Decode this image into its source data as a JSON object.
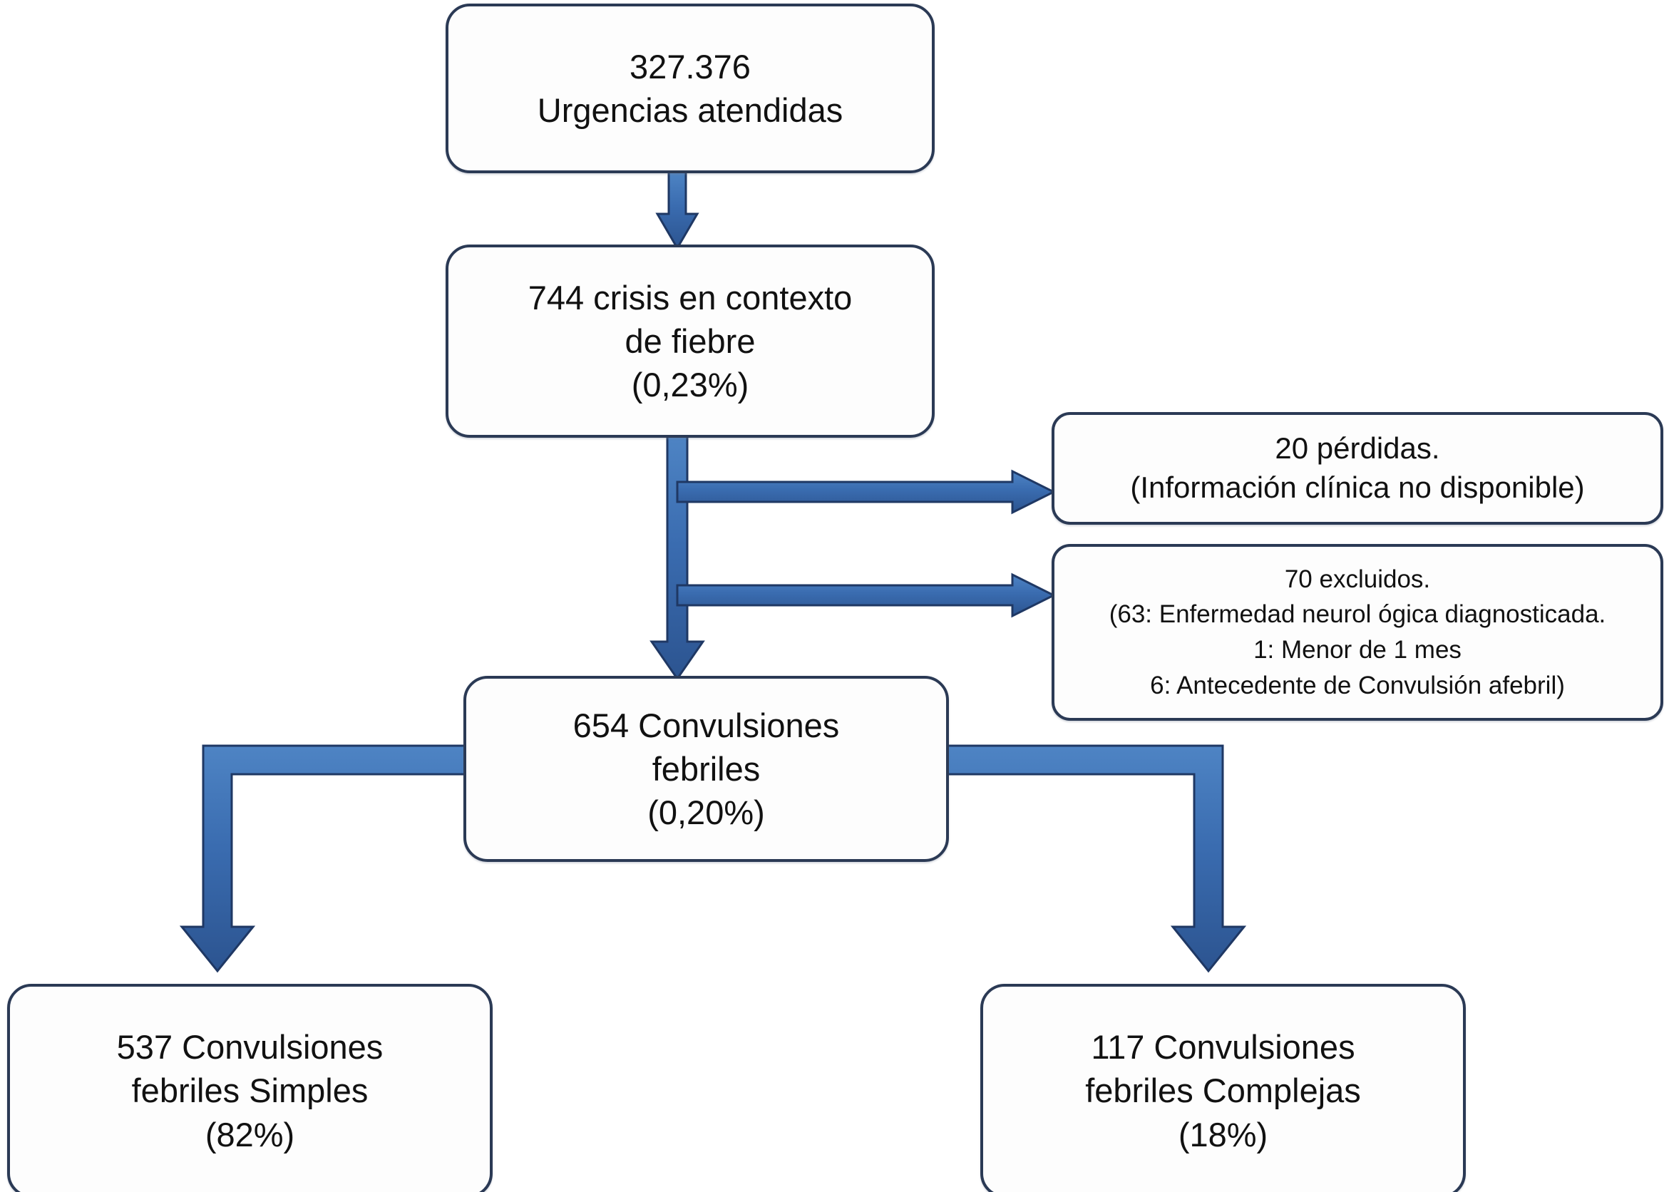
{
  "diagram": {
    "type": "flowchart",
    "title": "Diagrama de flujo de selección de pacientes con convulsiones febriles",
    "language": "es",
    "colors": {
      "box_border": "#2b3a55",
      "box_fill": "#fdfdfd",
      "arrow_fill": "#3a6cb0",
      "arrow_stroke": "#1f3864",
      "text": "#111111"
    }
  },
  "nodes": {
    "urgencias": {
      "id": "urgencias",
      "count": "327.376",
      "label": "Urgencias atendidas",
      "text": "327.376\nUrgencias atendidas"
    },
    "crisis_fiebre": {
      "id": "crisis_fiebre",
      "count": "744",
      "label": "crisis en contexto de fiebre",
      "percent": "(0,23%)",
      "text": "744 crisis en contexto\nde fiebre\n(0,23%)"
    },
    "perdidas": {
      "id": "perdidas",
      "count": "20",
      "label": "pérdidas.",
      "reason": "(Información clínica no disponible)",
      "text": "20 pérdidas.\n(Información clínica no disponible)"
    },
    "excluidos": {
      "id": "excluidos",
      "count": "70",
      "label": "excluidos.",
      "reasons": [
        "(63: Enfermedad neurol ógica diagnosticada.",
        "1: Menor de 1 mes",
        "6: Antecedente de Convulsión afebril)"
      ],
      "text": "70 excluidos.\n(63: Enfermedad neurol ógica diagnosticada.\n1: Menor de 1 mes\n6: Antecedente de Convulsión afebril)"
    },
    "convulsiones_febriles": {
      "id": "convulsiones_febriles",
      "count": "654",
      "label": "Convulsiones febriles",
      "percent": "(0,20%)",
      "text": "654 Convulsiones\nfebriles\n(0,20%)"
    },
    "simples": {
      "id": "simples",
      "count": "537",
      "label": "Convulsiones febriles Simples",
      "percent": "(82%)",
      "text": "537 Convulsiones\nfebriles Simples\n(82%)"
    },
    "complejas": {
      "id": "complejas",
      "count": "117",
      "label": "Convulsiones febriles Complejas",
      "percent": "(18%)",
      "text": "117 Convulsiones\nfebriles Complejas\n(18%)"
    }
  },
  "edges": [
    {
      "id": "e1",
      "from": "urgencias",
      "to": "crisis_fiebre",
      "kind": "down-arrow"
    },
    {
      "id": "e2",
      "from": "crisis_fiebre",
      "to": "perdidas",
      "kind": "branch-right-arrow"
    },
    {
      "id": "e3",
      "from": "crisis_fiebre",
      "to": "excluidos",
      "kind": "branch-right-arrow"
    },
    {
      "id": "e4",
      "from": "crisis_fiebre",
      "to": "convulsiones_febriles",
      "kind": "down-arrow"
    },
    {
      "id": "e5",
      "from": "convulsiones_febriles",
      "to": "simples",
      "kind": "elbow-left-down-arrow"
    },
    {
      "id": "e6",
      "from": "convulsiones_febriles",
      "to": "complejas",
      "kind": "elbow-right-down-arrow"
    }
  ]
}
